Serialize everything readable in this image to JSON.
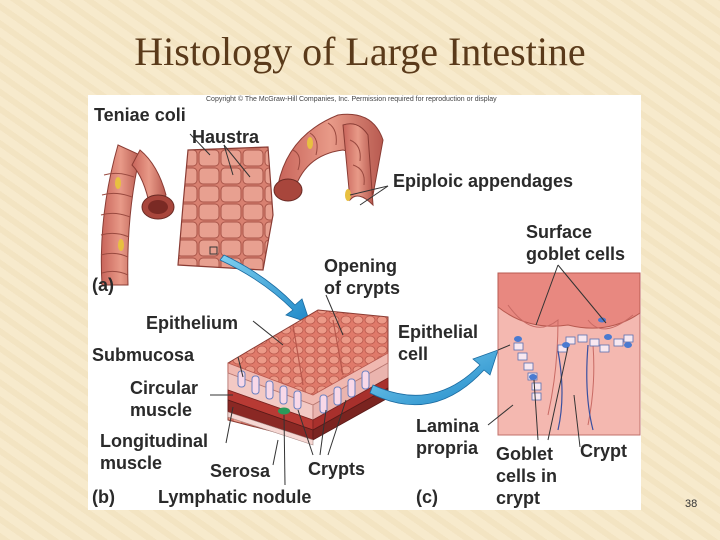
{
  "title": "Histology of Large Intestine",
  "page_number": "38",
  "figure": {
    "copyright": "Copyright © The McGraw-Hill Companies, Inc. Permission required for reproduction or display",
    "panel_labels": {
      "a": "(a)",
      "b": "(b)",
      "c": "(c)"
    },
    "labels": {
      "teniae_coli": "Teniae coli",
      "haustra": "Haustra",
      "epiploic_appendages": "Epiploic appendages",
      "surface_goblet_cells_1": "Surface",
      "surface_goblet_cells_2": "goblet cells",
      "opening_of_crypts_1": "Opening",
      "opening_of_crypts_2": "of crypts",
      "epithelium": "Epithelium",
      "submucosa": "Submucosa",
      "epithelial_cell_1": "Epithelial",
      "epithelial_cell_2": "cell",
      "circular_muscle_1": "Circular",
      "circular_muscle_2": "muscle",
      "longitudinal_muscle_1": "Longitudinal",
      "longitudinal_muscle_2": "muscle",
      "lamina_propria_1": "Lamina",
      "lamina_propria_2": "propria",
      "serosa": "Serosa",
      "crypts": "Crypts",
      "goblet_cells_in_crypt_1": "Goblet",
      "goblet_cells_in_crypt_2": "cells in",
      "goblet_cells_in_crypt_3": "crypt",
      "crypt": "Crypt",
      "lymphatic_nodule": "Lymphatic nodule"
    }
  }
}
